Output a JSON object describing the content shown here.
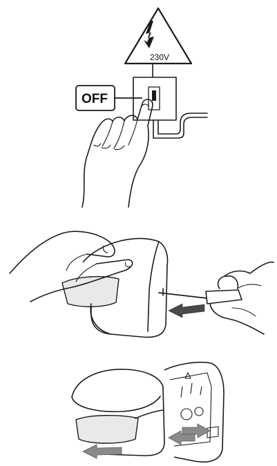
{
  "warning": {
    "voltage": "230V",
    "icon": "high-voltage-warning-triangle"
  },
  "switch": {
    "state_label": "OFF",
    "icon": "wall-switch"
  },
  "step2": {
    "icon": "screwdriver",
    "arrow_direction": "left"
  },
  "step3": {
    "arrows": [
      "left",
      "right"
    ]
  },
  "colors": {
    "line": "#1a1a1a",
    "arrow": "#4a4a4a",
    "background": "#ffffff"
  }
}
